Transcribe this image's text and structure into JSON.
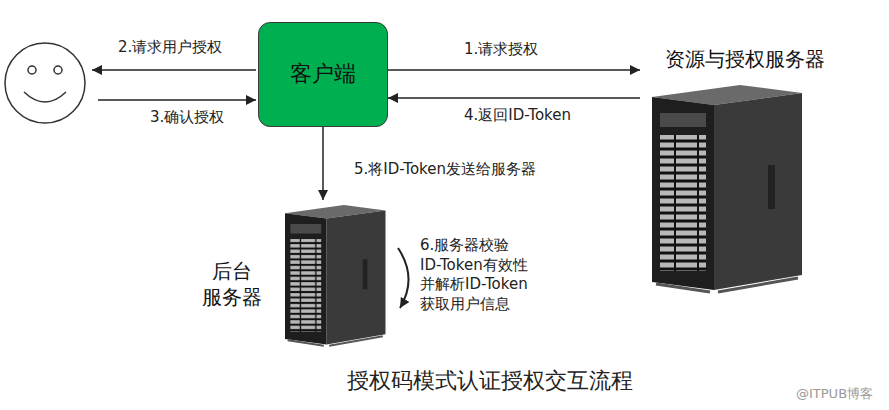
{
  "diagram": {
    "caption": "授权码模式认证授权交互流程",
    "nodes": [
      {
        "text": [
          "客户端"
        ]
      },
      {
        "text": [
          "资源与授权服务器"
        ]
      },
      {
        "text": [
          "后台 服务器"
        ]
      }
    ],
    "edges": [
      {
        "from": 0,
        "to": 1,
        "label": "1.请求授权",
        "arrow": "to"
      },
      {
        "from": 1,
        "to": 0,
        "label": "4.返回ID-Token",
        "arrow": "to"
      },
      {
        "from": 0,
        "to": 2,
        "label": "5.将ID-Token发送给服务器",
        "arrow": "to"
      }
    ],
    "labels": [
      "2.请求用户授权",
      "3.确认授权",
      "6.服务器校验 ID-Token有效性 并解析ID-Token 获取用户信息",
      "@ITPUB博客"
    ]
  }
}
